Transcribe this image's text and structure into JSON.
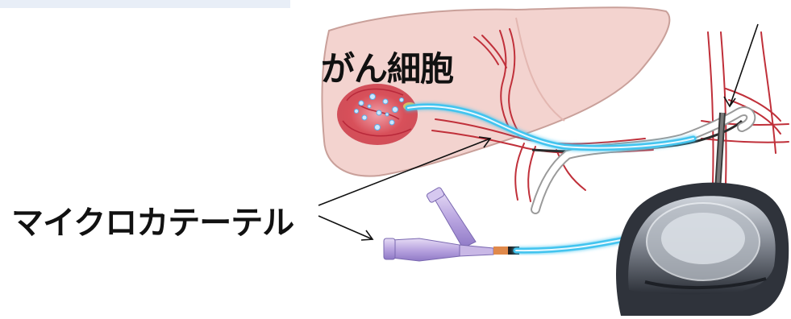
{
  "labels": {
    "cancer_cells": "がん細胞",
    "microcatheter": "マイクロカテーテル"
  },
  "colors": {
    "liver_fill": "#f3d3cf",
    "liver_outline": "#c9a09a",
    "vessel": "#c0303a",
    "tumor": "#d8505a",
    "catheter": "#43c4ef",
    "guide_catheter": "#ffffff",
    "hub": "#c9b8e6",
    "port_body": "#4a4f58"
  },
  "icons": [
    "liver-illustration",
    "tumor-illustration",
    "catheter-hub-illustration",
    "implanted-port-illustration"
  ]
}
